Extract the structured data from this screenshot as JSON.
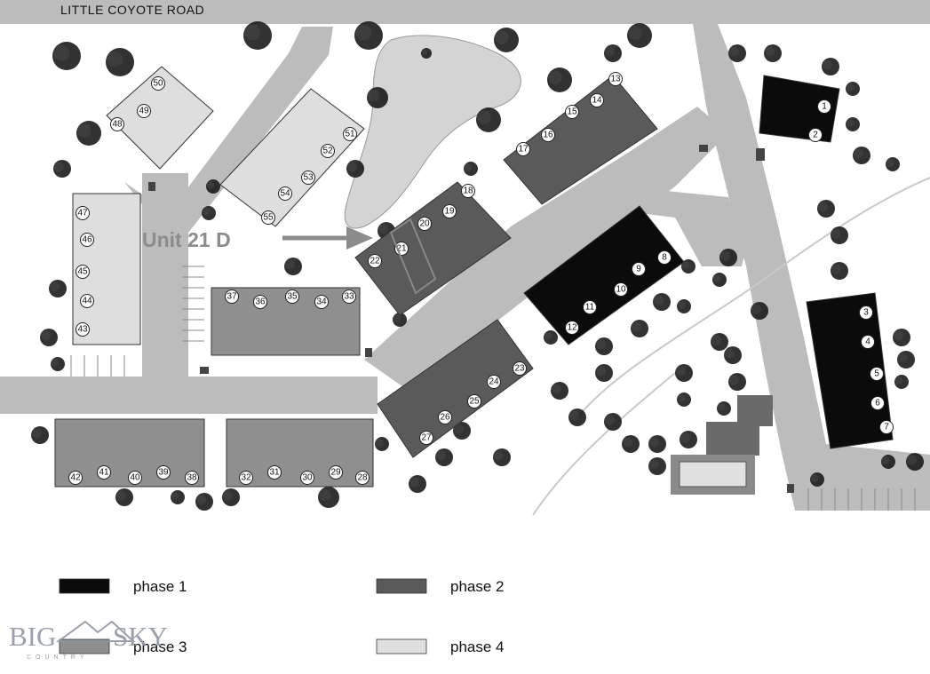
{
  "road_name": "LITTLE COYOTE ROAD",
  "callout": {
    "label": "Unit 21 D"
  },
  "colors": {
    "phase1": "#0b0b0b",
    "phase2": "#5a5a5a",
    "phase3": "#8f8f8f",
    "phase4": "#dedede",
    "road": "#bcbcbc",
    "pond": "#d4d4d4",
    "tree": "#1c1c1c"
  },
  "buildings": [
    {
      "name": "building-phase1-units-1-2",
      "phase": "phase1",
      "units": [
        "1",
        "2"
      ]
    },
    {
      "name": "building-phase1-units-3-7",
      "phase": "phase1",
      "units": [
        "3",
        "4",
        "5",
        "6",
        "7"
      ]
    },
    {
      "name": "building-phase1-units-8-12",
      "phase": "phase1",
      "units": [
        "8",
        "9",
        "10",
        "11",
        "12"
      ]
    },
    {
      "name": "building-phase2-units-13-17",
      "phase": "phase2",
      "units": [
        "13",
        "14",
        "15",
        "16",
        "17"
      ]
    },
    {
      "name": "building-phase2-units-18-22",
      "phase": "phase2",
      "units": [
        "18",
        "19",
        "20",
        "21",
        "22"
      ]
    },
    {
      "name": "building-phase2-units-23-27",
      "phase": "phase2",
      "units": [
        "23",
        "24",
        "25",
        "26",
        "27"
      ]
    },
    {
      "name": "building-phase3-units-28-32",
      "phase": "phase3",
      "units": [
        "28",
        "29",
        "30",
        "31",
        "32"
      ]
    },
    {
      "name": "building-phase3-units-33-37",
      "phase": "phase3",
      "units": [
        "33",
        "34",
        "35",
        "36",
        "37"
      ]
    },
    {
      "name": "building-phase3-units-38-42",
      "phase": "phase3",
      "units": [
        "38",
        "39",
        "40",
        "41",
        "42"
      ]
    },
    {
      "name": "building-phase4-units-43-47",
      "phase": "phase4",
      "units": [
        "43",
        "44",
        "45",
        "46",
        "47"
      ]
    },
    {
      "name": "building-phase4-units-48-50",
      "phase": "phase4",
      "units": [
        "48",
        "49",
        "50"
      ]
    },
    {
      "name": "building-phase4-units-51-55",
      "phase": "phase4",
      "units": [
        "51",
        "52",
        "53",
        "54",
        "55"
      ]
    }
  ],
  "legend": [
    {
      "key": "phase1",
      "label": "phase 1"
    },
    {
      "key": "phase2",
      "label": "phase 2"
    },
    {
      "key": "phase3",
      "label": "phase 3"
    },
    {
      "key": "phase4",
      "label": "phase 4"
    }
  ],
  "watermark": {
    "big_left": "BIG",
    "big_right": "SKY",
    "small": "COUNTRY"
  }
}
